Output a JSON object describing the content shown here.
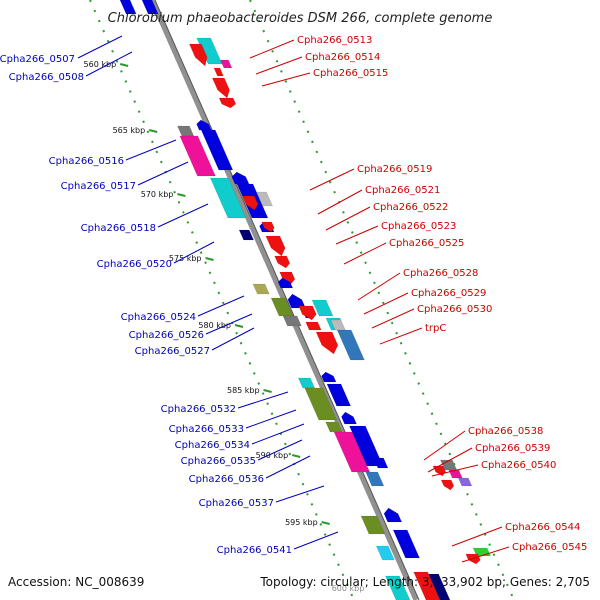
{
  "title": "Chlorobium phaeobacteroides DSM 266, complete genome",
  "footer": {
    "accession": "Accession: NC_008639",
    "topology": "Topology: circular; Length: 3,133,902 bp; Genes: 2,705",
    "faded_tick": "600 kbp"
  },
  "colors": {
    "left_label": "#0000bb",
    "right_label": "#cc0000",
    "axis": "#909090",
    "dot": "#2a9a2a"
  },
  "kbp_ticks": [
    "560 kbp",
    "565 kbp",
    "570 kbp",
    "575 kbp",
    "580 kbp",
    "585 kbp",
    "590 kbp",
    "595 kbp"
  ],
  "left_labels": [
    "Cpha266_0507",
    "Cpha266_0508",
    "Cpha266_0516",
    "Cpha266_0517",
    "Cpha266_0518",
    "Cpha266_0520",
    "Cpha266_0524",
    "Cpha266_0526",
    "Cpha266_0527",
    "Cpha266_0532",
    "Cpha266_0533",
    "Cpha266_0534",
    "Cpha266_0535",
    "Cpha266_0536",
    "Cpha266_0537",
    "Cpha266_0541"
  ],
  "right_labels": [
    "Cpha266_0513",
    "Cpha266_0514",
    "Cpha266_0515",
    "Cpha266_0519",
    "Cpha266_0521",
    "Cpha266_0522",
    "Cpha266_0523",
    "Cpha266_0525",
    "Cpha266_0528",
    "Cpha266_0529",
    "Cpha266_0530",
    "trpC",
    "Cpha266_0538",
    "Cpha266_0539",
    "Cpha266_0540",
    "Cpha266_0544",
    "Cpha266_0545"
  ]
}
